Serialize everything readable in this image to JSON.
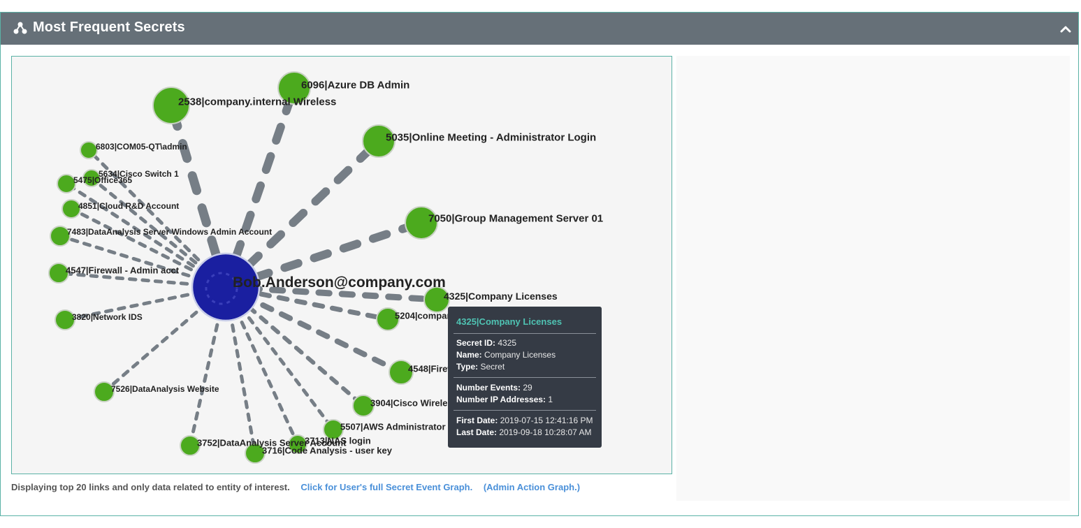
{
  "panel": {
    "title": "Most Frequent Secrets",
    "icon": "network-share-icon",
    "collapse_icon": "chevron-up-icon"
  },
  "graph": {
    "center": {
      "label": "Bob.Anderson@company.com",
      "color": "#1a1fa0"
    },
    "node_color": "#4caa1e",
    "edge_color": "#767e86",
    "nodes": [
      {
        "label": "2538|company.internal Wireless"
      },
      {
        "label": "6096|Azure DB Admin"
      },
      {
        "label": "5035|Online Meeting - Administrator Login"
      },
      {
        "label": "7050|Group Management Server 01"
      },
      {
        "label": "4325|Company Licenses"
      },
      {
        "label": "5204|company.internal Wireless 1"
      },
      {
        "label": "4548|Firewall - Admin read only"
      },
      {
        "label": "3904|Cisco Wireless"
      },
      {
        "label": "5507|AWS Administrator"
      },
      {
        "label": "3713|NAS login"
      },
      {
        "label": "3716|Code Analysis - user key"
      },
      {
        "label": "3752|DataAnalysis Server Account"
      },
      {
        "label": "7526|DataAnalysis Website"
      },
      {
        "label": "3820|Network IDS"
      },
      {
        "label": "4547|Firewall - Admin acct"
      },
      {
        "label": "7483|DataAnalysis Server Windows Admin Account"
      },
      {
        "label": "4851|Cloud R&D Account"
      },
      {
        "label": "5475|Office365"
      },
      {
        "label": "5634|Cisco Switch 1"
      },
      {
        "label": "6803|COM05-QT\\admin"
      }
    ]
  },
  "tooltip": {
    "title": "4325|Company Licenses",
    "secret_id_label": "Secret ID:",
    "secret_id": "4325",
    "name_label": "Name:",
    "name": "Company Licenses",
    "type_label": "Type:",
    "type": "Secret",
    "events_label": "Number Events:",
    "events": "29",
    "ips_label": "Number IP Addresses:",
    "ips": "1",
    "first_label": "First Date:",
    "first_date": "2019-07-15 12:41:16 PM",
    "last_label": "Last Date:",
    "last_date": "2019-09-18 10:28:07 AM"
  },
  "footer": {
    "note": "Displaying top 20 links and only data related to entity of interest.",
    "link_full_graph": "Click for User's full Secret Event Graph.",
    "link_admin_graph": "(Admin Action Graph.)"
  }
}
